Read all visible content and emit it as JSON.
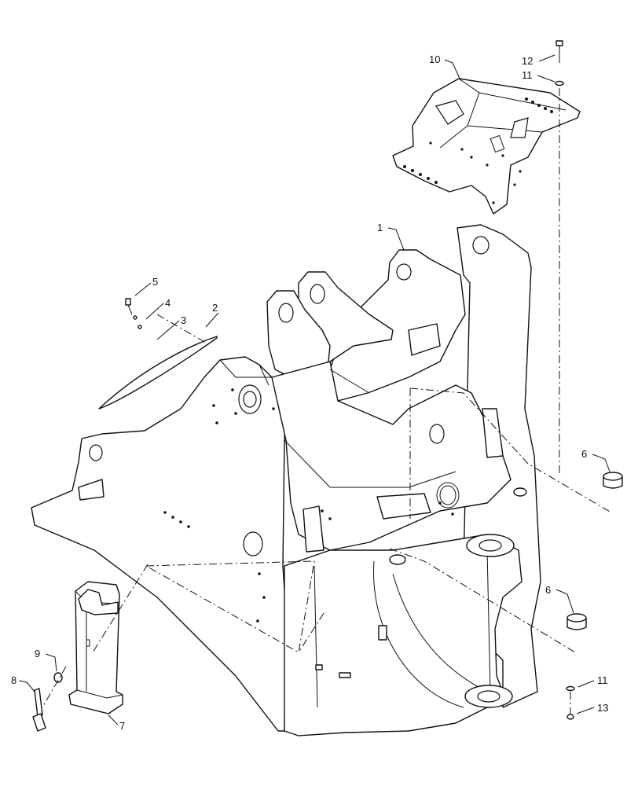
{
  "callouts": {
    "c1": "1",
    "c2": "2",
    "c3": "3",
    "c4": "4",
    "c5": "5",
    "c6a": "6",
    "c6b": "6",
    "c7": "7",
    "c8": "8",
    "c9": "9",
    "c10": "10",
    "c11a": "11",
    "c11b": "11",
    "c12": "12",
    "c13": "13"
  }
}
